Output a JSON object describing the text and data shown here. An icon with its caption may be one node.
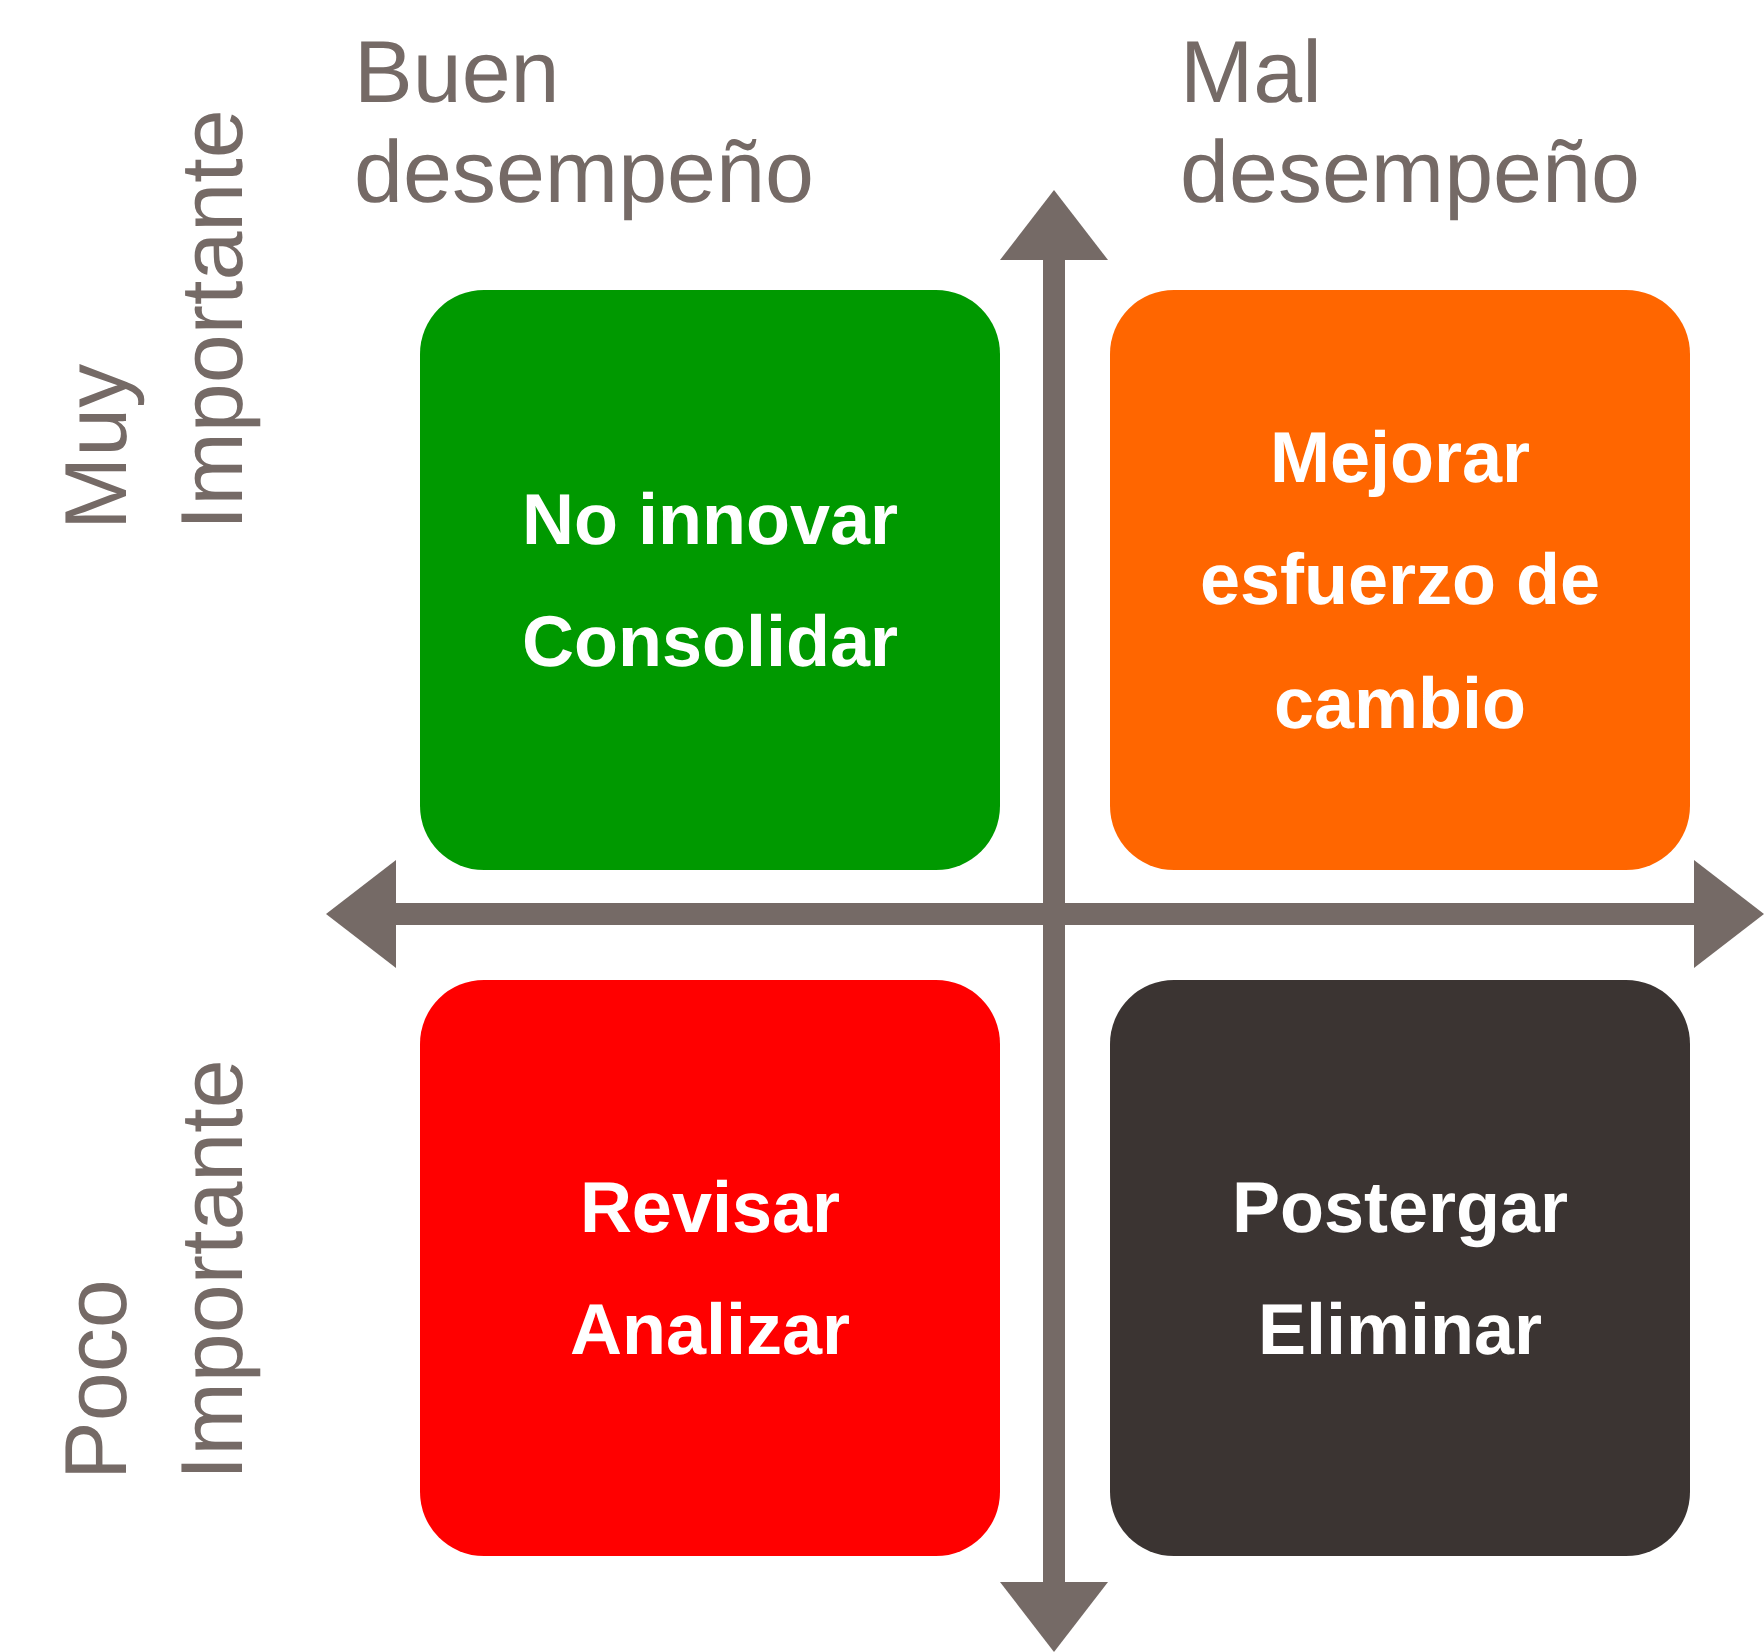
{
  "diagram": {
    "nodes": [
      {
        "text": [
          "No innovar",
          "Consolidar"
        ]
      },
      {
        "text": [
          "Mejorar esfuerzo de cambio"
        ]
      },
      {
        "text": [
          "Revisar",
          "Analizar"
        ]
      },
      {
        "text": [
          "Postergar",
          "Eliminar"
        ]
      }
    ],
    "labels": [
      "Buen desempeño",
      "Mal desempeño",
      "Muy Importante",
      "Poco Importante"
    ]
  }
}
